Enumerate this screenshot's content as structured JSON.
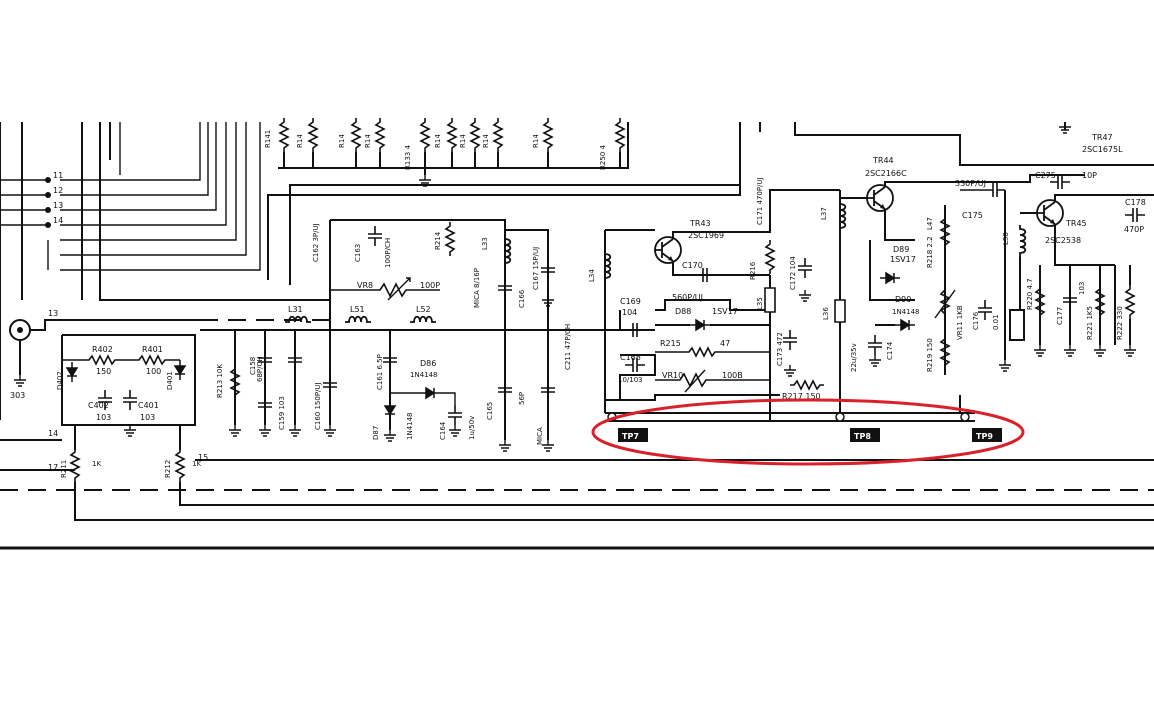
{
  "colors": {
    "ink": "#111111",
    "highlight": "#d8222a",
    "paper": "#ffffff"
  },
  "transistors": {
    "tr43": {
      "ref": "TR43",
      "part": "2SC1969"
    },
    "tr44": {
      "ref": "TR44",
      "part": "2SC2166C"
    },
    "tr45": {
      "ref": "TR45",
      "part": "2SC2538"
    },
    "tr47": {
      "ref": "TR47",
      "part": "2SC1675L"
    }
  },
  "connector_pins": [
    "11",
    "12",
    "13",
    "14"
  ],
  "left_block": {
    "r402": "R402",
    "r402_val": "150",
    "r401": "R401",
    "r401_val": "100",
    "d402": "D402",
    "d401": "D401",
    "c402": "C402",
    "c402_val": "103",
    "c401": "C401",
    "c401_val": "103",
    "ground_ref": "303",
    "node_13": "13",
    "node_14": "14",
    "node_17": "17",
    "node_15": "15",
    "r211": "R211",
    "r211_val": "1K",
    "r212": "R212",
    "r212_val": "1K"
  },
  "filter": {
    "l31": "L31",
    "l51": "L51",
    "l52": "L52",
    "l33": "L33",
    "vr8": "VR8",
    "vr8_val": "100P",
    "c162": "C162 3P/UJ",
    "c163": "C163",
    "c163_val": "100P/CH",
    "r214": "R214",
    "c158": "C158",
    "c158_val": "68P/CH",
    "c159": "C159 103",
    "c160": "C160 150P/UJ",
    "r213": "R213 10K",
    "c161": "C161 6.5P",
    "d86": "D86",
    "d86_val": "1N4148",
    "d87": "D87",
    "d87_val": "1N4148",
    "c164": "C164",
    "c164_val": "1u/50v",
    "c165": "C165",
    "c165_val": "56P",
    "c166": "C166",
    "c167": "C167 15P/UJ",
    "c211": "C211 47P/CH",
    "mica1": "MICA 8/16P",
    "mica2": "MICA",
    "l34": "L34"
  },
  "tr43_section": {
    "c170": "C170",
    "c171": "C171 470P/UJ",
    "r216": "R216",
    "c172": "C172 104",
    "c169": "C169",
    "c169_val": "104",
    "c168": "C168",
    "c168_val": "10/103",
    "c560": "560P/UJ",
    "d88": "D88",
    "d88_val": "1SV17",
    "r215": "R215",
    "r215_val": "47",
    "vr10": "VR10",
    "vr10_val": "100B",
    "l35": "L35",
    "c173": "C173 472",
    "r217": "R217 150",
    "l36": "L36",
    "l37": "L37",
    "cap_22u": "22u/35v"
  },
  "tr44_section": {
    "d89": "D89",
    "d89_val": "1SV17",
    "d90": "D90",
    "d90_val": "1N4148",
    "l47": "L47",
    "r218": "R218 2.2",
    "vr11": "VR11 1KB",
    "r219": "R219 150",
    "c174": "C174",
    "c175": "C175",
    "c330": "330P/UJ"
  },
  "tr45_section": {
    "c275": "C275",
    "c275_val": "10P",
    "l38": "L38",
    "c176": "C176",
    "c176_val": "0.01",
    "r220": "R220 4.7",
    "c177": "C177",
    "c177_val": "103",
    "r221": "R221 1K5",
    "r222": "R222 330",
    "c178": "C178",
    "c178_val": "470P"
  },
  "top_resistors": [
    "R141",
    "R14",
    "R14",
    "R14",
    "R133 4",
    "R14",
    "R14",
    "R14",
    "R14",
    "R250 4"
  ],
  "test_points": [
    "TP7",
    "TP8",
    "TP9"
  ]
}
